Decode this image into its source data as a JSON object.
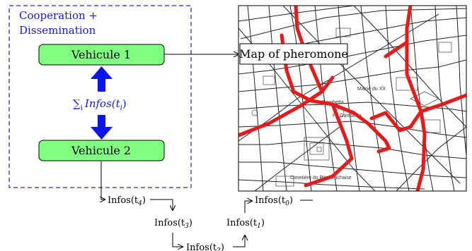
{
  "coop_box": {
    "title_line1": "Cooperation +",
    "title_line2": "Dissemination",
    "border_color": "#2323c8"
  },
  "vehicle1": {
    "label": "Vehicule 1"
  },
  "vehicle2": {
    "label": "Vehicule 2"
  },
  "exchange": {
    "sum_symbol": "∑",
    "sum_index": "i",
    "label": "Infos(t",
    "label_index": "i",
    "label_close": ")",
    "arrow_color": "#0a14ee"
  },
  "map_label": {
    "text": "Map of pheromone"
  },
  "map": {
    "place_labels": [
      "Mairie du XX",
      "Cimetière du Père-Lachaise",
      "Gambetta",
      "Pl. Gambetta"
    ],
    "pheromone_color": "#e51a1a"
  },
  "infos_chain": [
    {
      "id": "t4",
      "text": "Infos(t",
      "index": "4",
      "close": ")"
    },
    {
      "id": "t3",
      "text": "Infos(t",
      "index": "3",
      "close": ")"
    },
    {
      "id": "t2",
      "text": "Infos(t",
      "index": "2",
      "close": ")"
    },
    {
      "id": "t1",
      "text": "Infos(t",
      "index": "1",
      "close": ")"
    },
    {
      "id": "t0",
      "text": "Infos(t",
      "index": "0",
      "close": ")"
    }
  ],
  "colors": {
    "node_fill": "#80ff80",
    "node_stroke": "#000000"
  }
}
